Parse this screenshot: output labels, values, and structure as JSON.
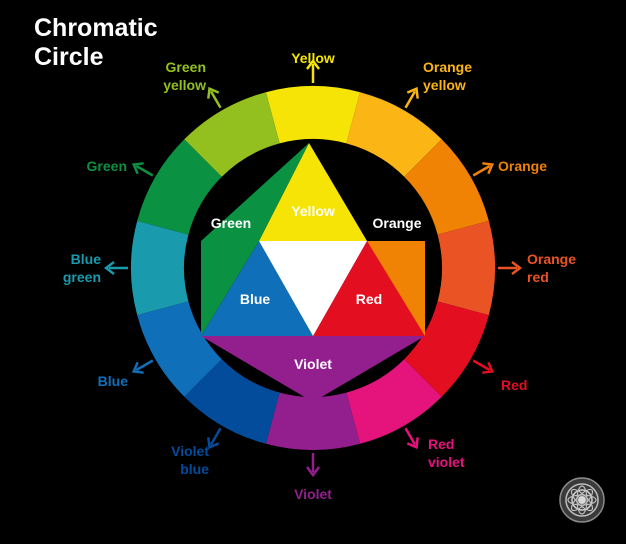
{
  "title": [
    "Chromatic",
    "Circle"
  ],
  "wheel": {
    "segments": [
      {
        "name": "Yellow",
        "color": "#f5e405",
        "label": [
          "Yellow"
        ]
      },
      {
        "name": "Orange yellow",
        "color": "#fbb514",
        "label": [
          "Orange",
          "yellow"
        ]
      },
      {
        "name": "Orange",
        "color": "#f08204",
        "label": [
          "Orange"
        ]
      },
      {
        "name": "Orange red",
        "color": "#ea5424",
        "label": [
          "Orange",
          "red"
        ]
      },
      {
        "name": "Red",
        "color": "#e30f21",
        "label": [
          "Red"
        ]
      },
      {
        "name": "Red violet",
        "color": "#e5137c",
        "label": [
          "Red",
          "violet"
        ]
      },
      {
        "name": "Violet",
        "color": "#931f8e",
        "label": [
          "Violet"
        ]
      },
      {
        "name": "Violet blue",
        "color": "#034c9b",
        "label": [
          "Violet",
          "blue"
        ]
      },
      {
        "name": "Blue",
        "color": "#0f6fb8",
        "label": [
          "Blue"
        ]
      },
      {
        "name": "Blue green",
        "color": "#1a9aad",
        "label": [
          "Blue",
          "green"
        ]
      },
      {
        "name": "Green",
        "color": "#0b9142",
        "label": [
          "Green"
        ]
      },
      {
        "name": "Green yellow",
        "color": "#93c01f",
        "label": [
          "Green",
          "yellow"
        ]
      }
    ]
  },
  "hexagon": {
    "primary_center": "#ffffff",
    "regions": [
      {
        "name": "Yellow",
        "label": "Yellow",
        "color": "#f5e405",
        "text_color": "#000000"
      },
      {
        "name": "Orange",
        "label": "Orange",
        "color": "#f08204",
        "text_color": "#ffffff"
      },
      {
        "name": "Red",
        "label": "Red",
        "color": "#e30f21",
        "text_color": "#ffffff"
      },
      {
        "name": "Violet",
        "label": "Violet",
        "color": "#931f8e",
        "text_color": "#ffffff"
      },
      {
        "name": "Blue",
        "label": "Blue",
        "color": "#0f6fb8",
        "text_color": "#ffffff"
      },
      {
        "name": "Green",
        "label": "Green",
        "color": "#0b9142",
        "text_color": "#ffffff"
      }
    ]
  },
  "emblem": {
    "icon": "mandala-watermark-icon"
  }
}
